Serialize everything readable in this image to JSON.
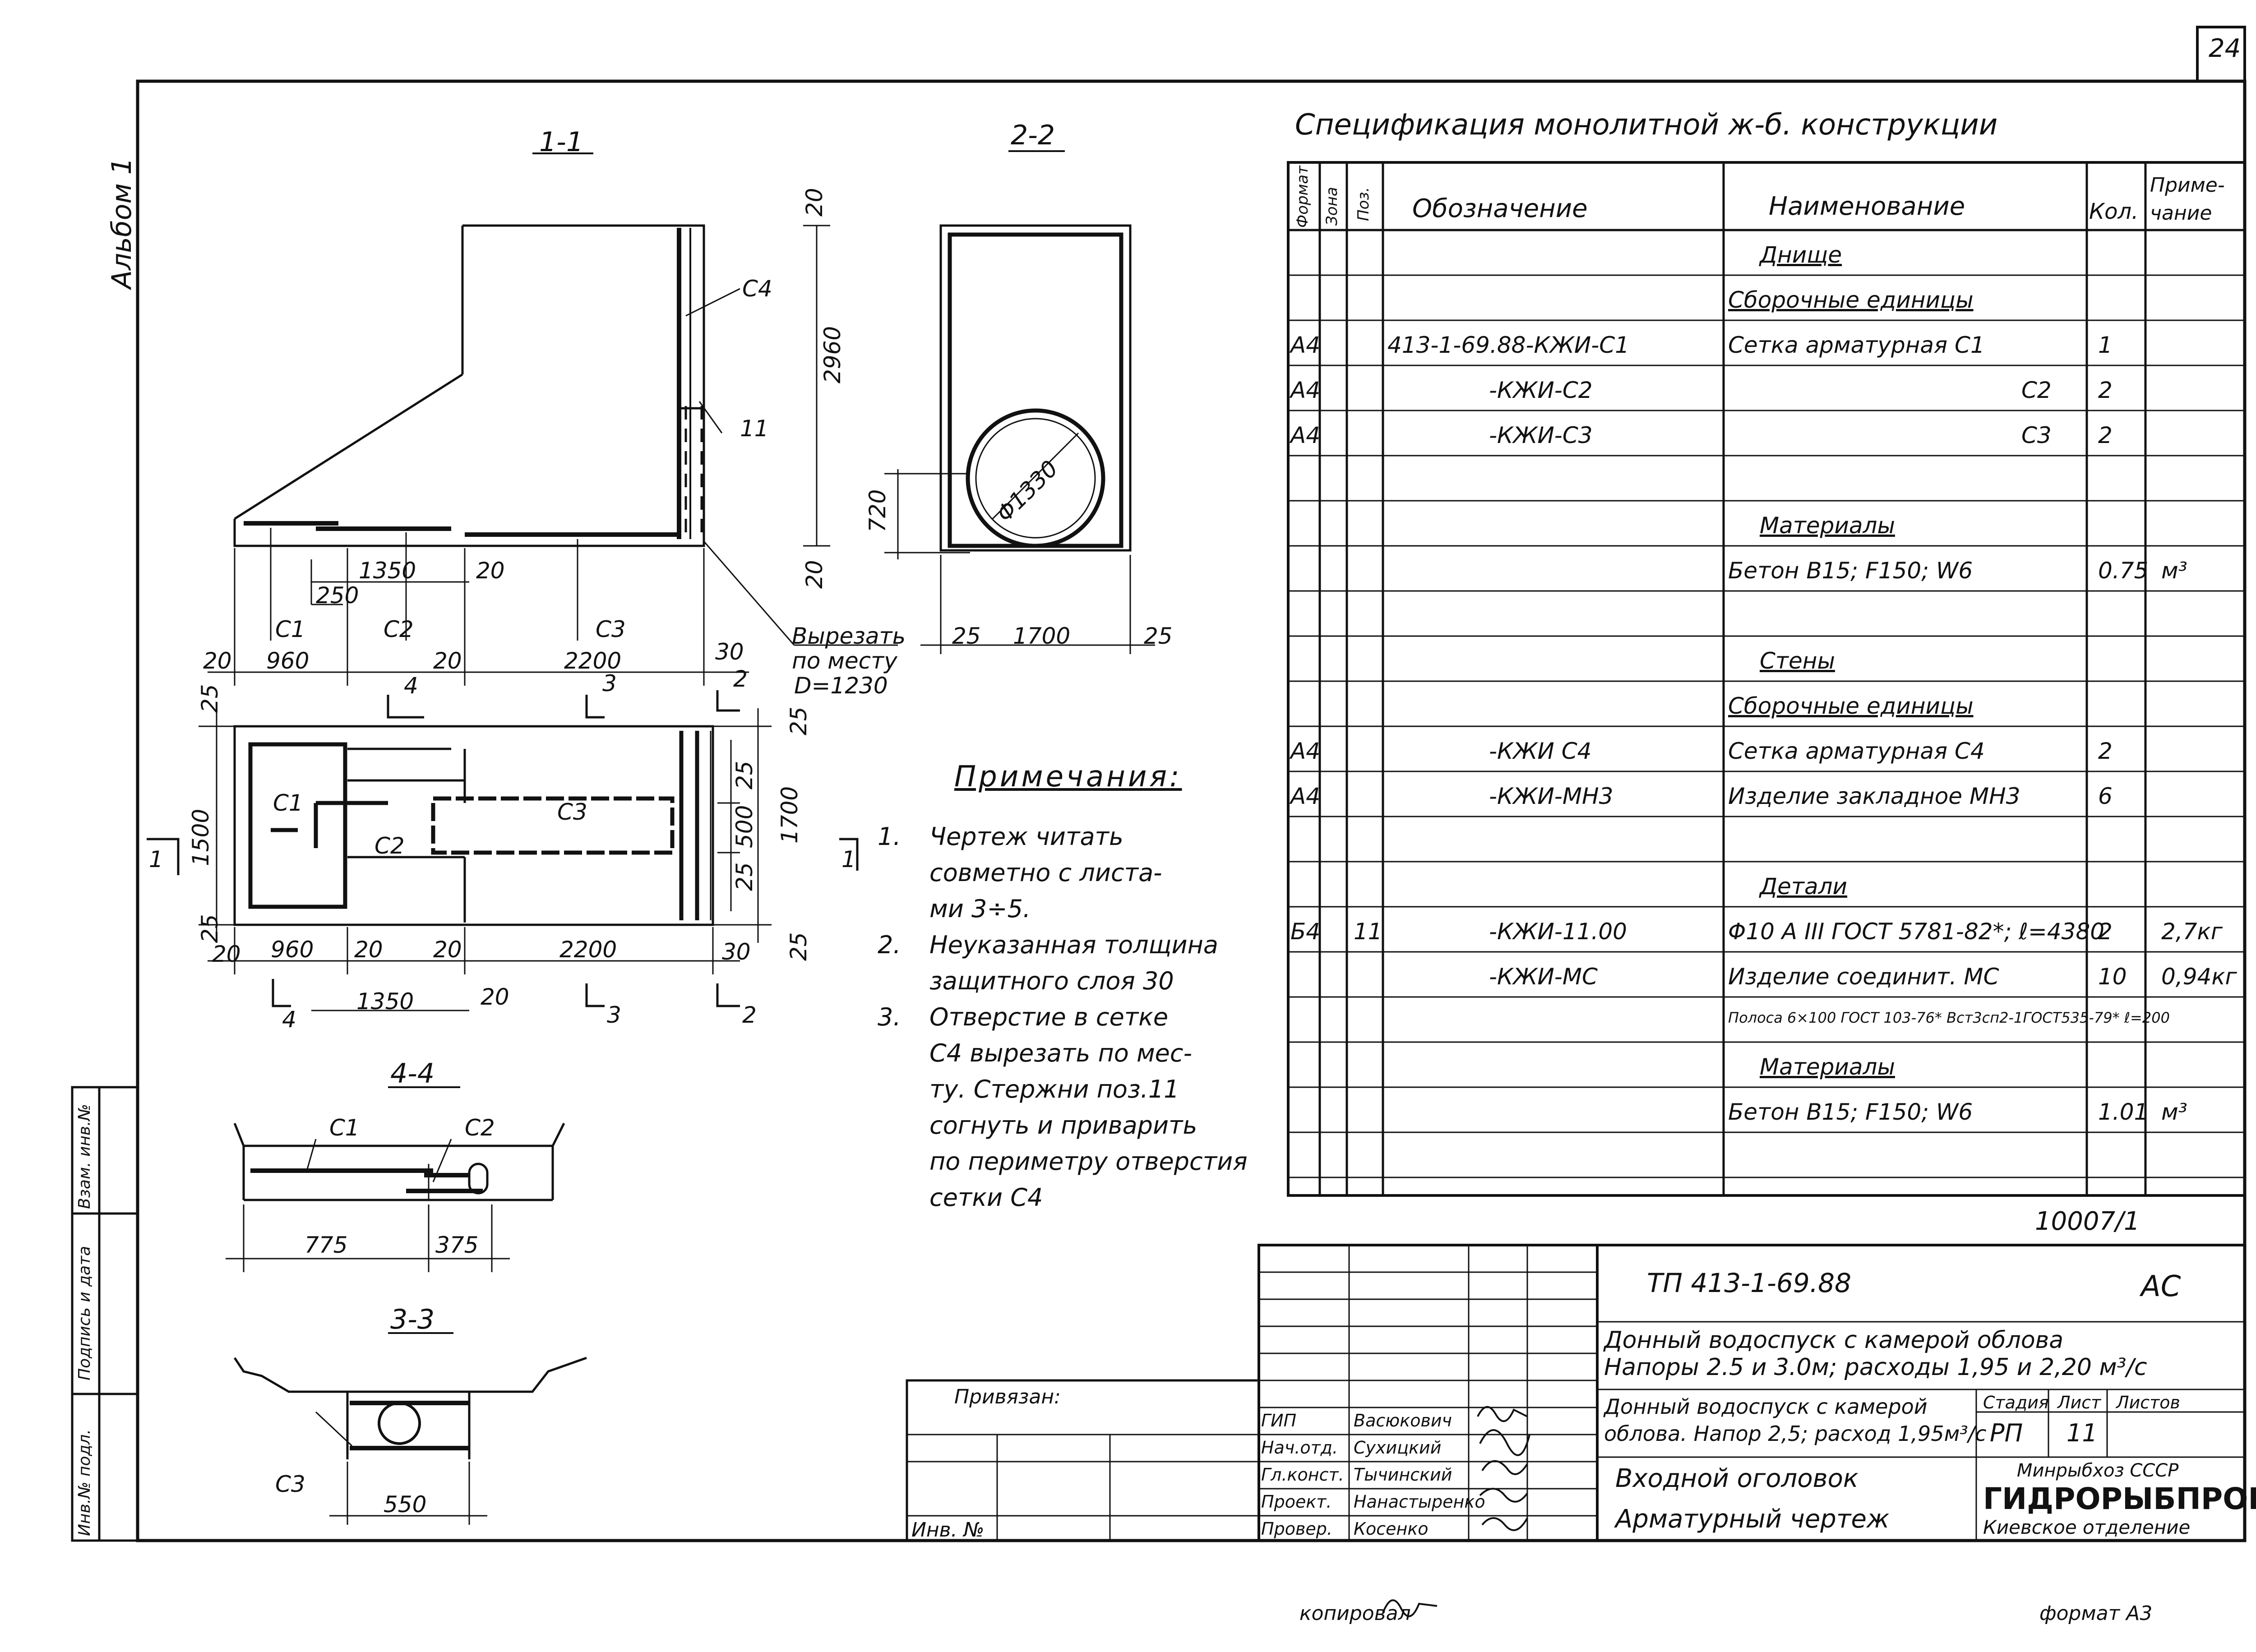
{
  "sheet": {
    "number": "24",
    "album": "Альбом 1",
    "copied": "копировал",
    "format": "формат А3"
  },
  "spec": {
    "title": "Спецификация монолитной ж-б. конструкции",
    "headers": {
      "format": "Формат",
      "zone": "Зона",
      "pos": "Поз.",
      "designation": "Обозначение",
      "name": "Наименование",
      "qty": "Кол.",
      "note": "Приме-чание"
    },
    "rows": [
      {
        "format": "",
        "pos": "",
        "designation": "",
        "name": "Днище",
        "qty": "",
        "note": ""
      },
      {
        "format": "",
        "pos": "",
        "designation": "",
        "name": "Сборочные единицы",
        "qty": "",
        "note": ""
      },
      {
        "format": "А4",
        "pos": "",
        "designation": "413-1-69.88-КЖИ-С1",
        "name": "Сетка арматурная   С1",
        "qty": "1",
        "note": ""
      },
      {
        "format": "А4",
        "pos": "",
        "designation": "-КЖИ-С2",
        "name": "С2",
        "qty": "2",
        "note": ""
      },
      {
        "format": "А4",
        "pos": "",
        "designation": "-КЖИ-С3",
        "name": "С3",
        "qty": "2",
        "note": ""
      },
      {
        "format": "",
        "pos": "",
        "designation": "",
        "name": "",
        "qty": "",
        "note": ""
      },
      {
        "format": "",
        "pos": "",
        "designation": "",
        "name": "Материалы",
        "qty": "",
        "note": ""
      },
      {
        "format": "",
        "pos": "",
        "designation": "",
        "name": "Бетон В15; F150; W6",
        "qty": "0.75",
        "note": "м³"
      },
      {
        "format": "",
        "pos": "",
        "designation": "",
        "name": "",
        "qty": "",
        "note": ""
      },
      {
        "format": "",
        "pos": "",
        "designation": "",
        "name": "Стены",
        "qty": "",
        "note": ""
      },
      {
        "format": "",
        "pos": "",
        "designation": "",
        "name": "Сборочные единицы",
        "qty": "",
        "note": ""
      },
      {
        "format": "А4",
        "pos": "",
        "designation": "-КЖИ С4",
        "name": "Сетка арматурная   С4",
        "qty": "2",
        "note": ""
      },
      {
        "format": "А4",
        "pos": "",
        "designation": "-КЖИ-МН3",
        "name": "Изделие закладное   МН3",
        "qty": "6",
        "note": ""
      },
      {
        "format": "",
        "pos": "",
        "designation": "",
        "name": "",
        "qty": "",
        "note": ""
      },
      {
        "format": "",
        "pos": "",
        "designation": "",
        "name": "Детали",
        "qty": "",
        "note": ""
      },
      {
        "format": "Б4",
        "pos": "11",
        "designation": "-КЖИ-11.00",
        "name": "Φ10 А III ГОСТ 5781-82*; ℓ=4380",
        "qty": "2",
        "note": "2,7кг"
      },
      {
        "format": "",
        "pos": "",
        "designation": "-КЖИ-МС",
        "name": "Изделие соединит.   МС",
        "qty": "10",
        "note": "0,94кг"
      },
      {
        "format": "",
        "pos": "",
        "designation": "",
        "name": "Полоса 6×100 ГОСТ 103-76* Вст3сп2-1ГОСТ535-79* ℓ=200",
        "qty": "",
        "note": ""
      },
      {
        "format": "",
        "pos": "",
        "designation": "",
        "name": "Материалы",
        "qty": "",
        "note": ""
      },
      {
        "format": "",
        "pos": "",
        "designation": "",
        "name": "Бетон В15; F150; W6",
        "qty": "1.01",
        "note": "м³"
      },
      {
        "format": "",
        "pos": "",
        "designation": "",
        "name": "",
        "qty": "",
        "note": ""
      }
    ]
  },
  "notes": {
    "heading": "Примечания:",
    "items": [
      {
        "n": "1.",
        "lines": [
          "Чертеж читать",
          "совметно с листа-",
          "ми    3÷5."
        ]
      },
      {
        "n": "2.",
        "lines": [
          "Неуказанная толщина",
          "защитного слоя 30"
        ]
      },
      {
        "n": "3.",
        "lines": [
          "Отверстие в сетке",
          "С4 вырезать по мес-",
          "ту. Стержни поз.11",
          "согнуть и приварить",
          "по периметру отверстия",
          "сетки С4"
        ]
      }
    ]
  },
  "drawing": {
    "sections": {
      "s11": "1-1",
      "s22": "2-2",
      "s44": "4-4",
      "s33": "3-3"
    },
    "labels": {
      "c1": "С1",
      "c2": "С2",
      "c3": "С3",
      "c4": "С4",
      "pos11": "11",
      "cut1": "Вырезать",
      "cut2": "по месту",
      "cut3": "D=1230",
      "diam": "Φ1330"
    },
    "dims": {
      "d20": "20",
      "d25": "25",
      "d30": "30",
      "d960": "960",
      "d1350": "1350",
      "d250": "250",
      "d2200": "2200",
      "d2960": "2960",
      "d1700": "1700",
      "d720": "720",
      "d1500": "1500",
      "d500": "500",
      "d775": "775",
      "d375": "375",
      "d550": "550",
      "m1": "1",
      "m2": "2",
      "m3": "3",
      "m4": "4"
    }
  },
  "titleblock": {
    "order": "10007/1",
    "code": "ТП 413-1-69.88",
    "mark": "АС",
    "project_line1": "Донный водоспуск с камерой облова",
    "project_line2": "Напоры 2.5 и 3.0м; расходы 1,95 и 2,20 м³/с",
    "sheet_line1": "Донный водоспуск с камерой",
    "sheet_line2": "облова. Напор 2,5; расход 1,95м³/с",
    "stage_label": "Стадия",
    "list_label": "Лист",
    "lists_label": "Листов",
    "stage": "РП",
    "list": "11",
    "lists": "",
    "title1": "Входной оголовок",
    "title2": "Арматурный чертеж",
    "org1": "Минрыбхоз СССР",
    "org2": "ГИДРОРЫБПРОЕКТ",
    "org3": "Киевское отделение",
    "binding": "Привязан:",
    "inv": "Инв. №",
    "people": [
      {
        "role": "ГИП",
        "name": "Васюкович"
      },
      {
        "role": "Нач.отд.",
        "name": "Сухицкий"
      },
      {
        "role": "Гл.конст.",
        "name": "Тычинский"
      },
      {
        "role": "Проект.",
        "name": "Нанастыренко"
      },
      {
        "role": "Провер.",
        "name": "Косенко"
      }
    ]
  },
  "sidestrip": {
    "f1": "Инв.№ подл.",
    "f2": "Подпись и дата",
    "f3": "Взам. инв.№"
  }
}
